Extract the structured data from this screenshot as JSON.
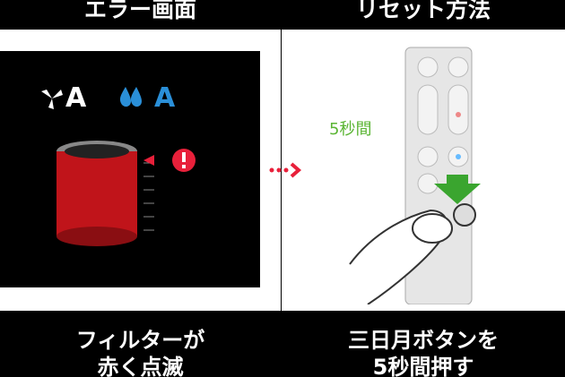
{
  "left": {
    "header": "エラー画面",
    "footer_line1": "フィルターが",
    "footer_line2": "赤く点滅",
    "fan_mode": "A",
    "humidity_mode": "A"
  },
  "right": {
    "header": "リセット方法",
    "duration": "5秒間",
    "footer_line1": "三日月ボタンを",
    "footer_line2": "5秒間押す"
  },
  "colors": {
    "filter_red": "#c0141a",
    "accent_blue": "#2a8fd8",
    "green": "#5bb534",
    "arrow_red": "#e8203a"
  }
}
